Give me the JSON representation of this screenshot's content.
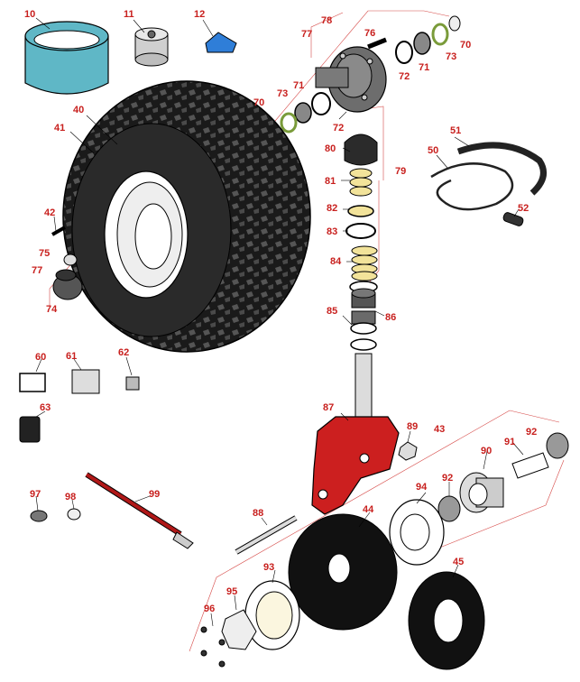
{
  "accent_color": "#c8201e",
  "callouts": {
    "c10": "10",
    "c11": "11",
    "c12": "12",
    "c78": "78",
    "c77a": "77",
    "c76": "76",
    "c70a": "70",
    "c70b": "70",
    "c71a": "71",
    "c71b": "71",
    "c73a": "73",
    "c73b": "73",
    "c72a": "72",
    "c72b": "72",
    "c40": "40",
    "c41": "41",
    "c42": "42",
    "c75": "75",
    "c77b": "77",
    "c74": "74",
    "c80": "80",
    "c79": "79",
    "c81": "81",
    "c82": "82",
    "c83": "83",
    "c84": "84",
    "c85": "85",
    "c86": "86",
    "c87": "87",
    "c89": "89",
    "c51": "51",
    "c50": "50",
    "c52": "52",
    "c60": "60",
    "c61": "61",
    "c62": "62",
    "c63": "63",
    "c43": "43",
    "c92a": "92",
    "c92b": "92",
    "c91": "91",
    "c90": "90",
    "c94": "94",
    "c97": "97",
    "c98": "98",
    "c99": "99",
    "c88": "88",
    "c44": "44",
    "c93": "93",
    "c95": "95",
    "c96": "96",
    "c45": "45"
  }
}
